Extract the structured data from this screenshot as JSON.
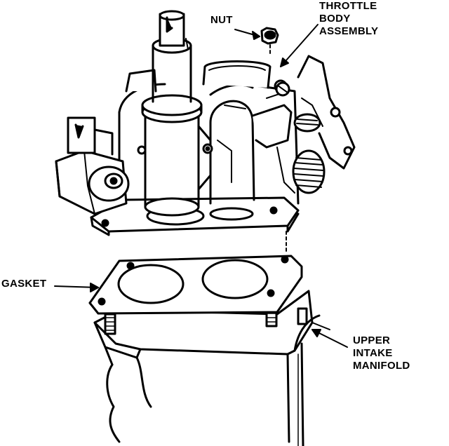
{
  "labels": {
    "nut": "NUT",
    "throttle_body": [
      "THROTTLE",
      "BODY",
      "ASSEMBLY"
    ],
    "gasket": "GASKET",
    "upper_intake_manifold": [
      "UPPER",
      "INTAKE",
      "MANIFOLD"
    ]
  }
}
